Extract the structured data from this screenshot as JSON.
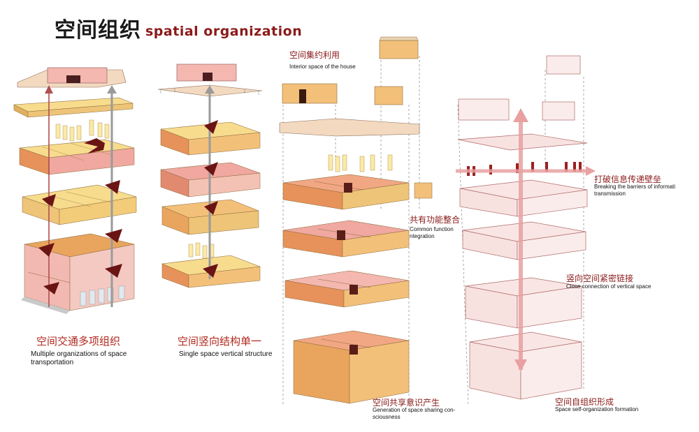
{
  "title": {
    "cn": "空间组织",
    "en": "spatial organization"
  },
  "diagrams": [
    {
      "caption_cn": "空间交通多项组织",
      "caption_en": "Multiple organizations of space\ntransportation"
    },
    {
      "caption_cn": "空间竖向结构单一",
      "caption_en": "Single space vertical structure"
    },
    {
      "caption_cn": "空间共享意识产生",
      "caption_en": "Generation of space sharing con-\nsciousness"
    },
    {
      "caption_cn": "空间自组织形成",
      "caption_en": "Space self-organization formation"
    }
  ],
  "labels": [
    {
      "cn": "空间集约利用",
      "en": "Interior space of the house"
    },
    {
      "cn": "共有功能整合",
      "en": "Common function\nntegration"
    },
    {
      "cn": "打破信息传递壁垒",
      "en": "Breaking the barriers of informati\ntransmission"
    },
    {
      "cn": "竖向空间紧密链接",
      "en": "Close connection of vertical space"
    }
  ],
  "colors": {
    "wall_light": "#f7dc8e",
    "wall_orange": "#e9a55e",
    "wall_pink": "#f0aaa6",
    "arrow_dark": "#6b1414",
    "arrow_gray": "#9a9a9a",
    "outline_pink": "#b06a6a",
    "accent_red": "#b0281e"
  }
}
